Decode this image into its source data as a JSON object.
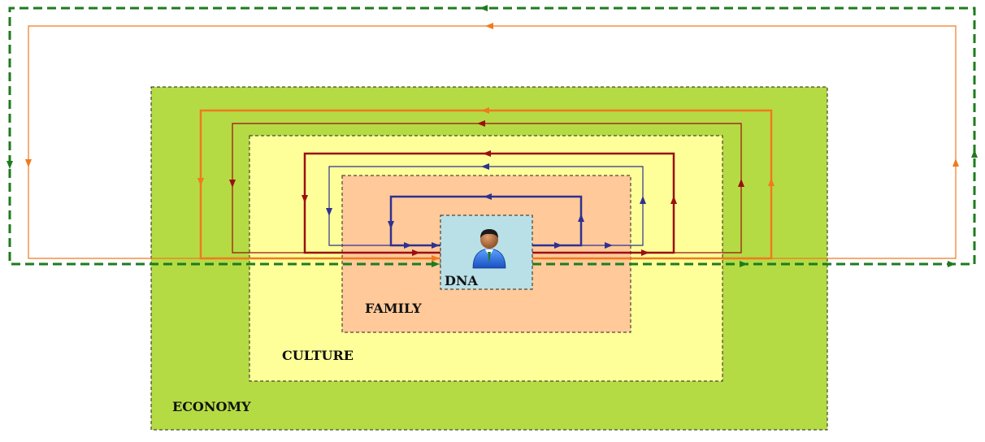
{
  "layers": {
    "economy": {
      "label": "ECONOMY",
      "color": "#b5db44"
    },
    "culture": {
      "label": "CULTURE",
      "color": "#ffff99"
    },
    "family": {
      "label": "FAMILY",
      "color": "#ffc999"
    },
    "dna": {
      "label": "DNA",
      "color": "#b9e0e6"
    }
  },
  "icons": {
    "center": "person-icon"
  },
  "loop_colors": {
    "blue": "#2e3192",
    "dark_red": "#9b0f12",
    "orange": "#f07a1e",
    "green": "#1e7b1e"
  }
}
